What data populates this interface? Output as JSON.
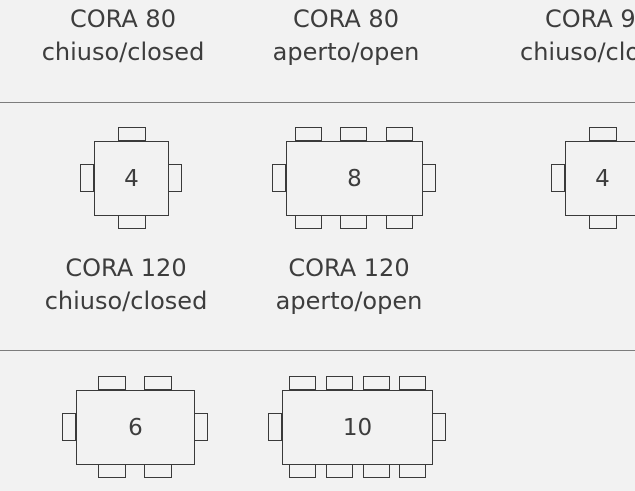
{
  "models": [
    {
      "id": "cora80-closed",
      "name": "CORA 80",
      "state": "chiuso/closed",
      "capacity": "4"
    },
    {
      "id": "cora80-open",
      "name": "CORA 80",
      "state": "aperto/open",
      "capacity": "8"
    },
    {
      "id": "cora9x-closed",
      "name": "CORA 9",
      "state": "chiuso/clo",
      "capacity": "4"
    },
    {
      "id": "cora120-closed",
      "name": "CORA 120",
      "state": "chiuso/closed",
      "capacity": "6"
    },
    {
      "id": "cora120-open",
      "name": "CORA 120",
      "state": "aperto/open",
      "capacity": "10"
    }
  ]
}
